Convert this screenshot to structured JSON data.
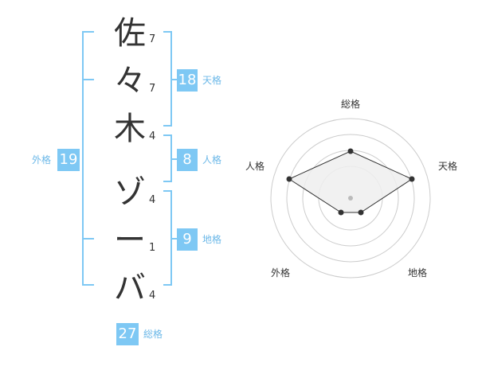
{
  "name_chars": [
    {
      "char": "佐",
      "strokes": "7"
    },
    {
      "char": "々",
      "strokes": "7"
    },
    {
      "char": "木",
      "strokes": "4"
    },
    {
      "char": "ゾ",
      "strokes": "4"
    },
    {
      "char": "ー",
      "strokes": "1"
    },
    {
      "char": "バ",
      "strokes": "4"
    }
  ],
  "kaku": {
    "tenkaku": {
      "value": "18",
      "label": "天格"
    },
    "jinkaku": {
      "value": "8",
      "label": "人格"
    },
    "chikaku": {
      "value": "9",
      "label": "地格"
    },
    "gaikaku": {
      "value": "19",
      "label": "外格"
    },
    "soukaku": {
      "value": "27",
      "label": "総格"
    }
  },
  "radar": {
    "labels": {
      "top": "総格",
      "right": "天格",
      "bottom_right": "地格",
      "bottom_left": "外格",
      "left": "人格"
    }
  },
  "colors": {
    "bracket": "#7ec8f4",
    "badge": "#7ec8f4",
    "label": "#6cb8e8",
    "ring": "#cccccc",
    "fill": "#eeeeee",
    "point": "#333333"
  }
}
